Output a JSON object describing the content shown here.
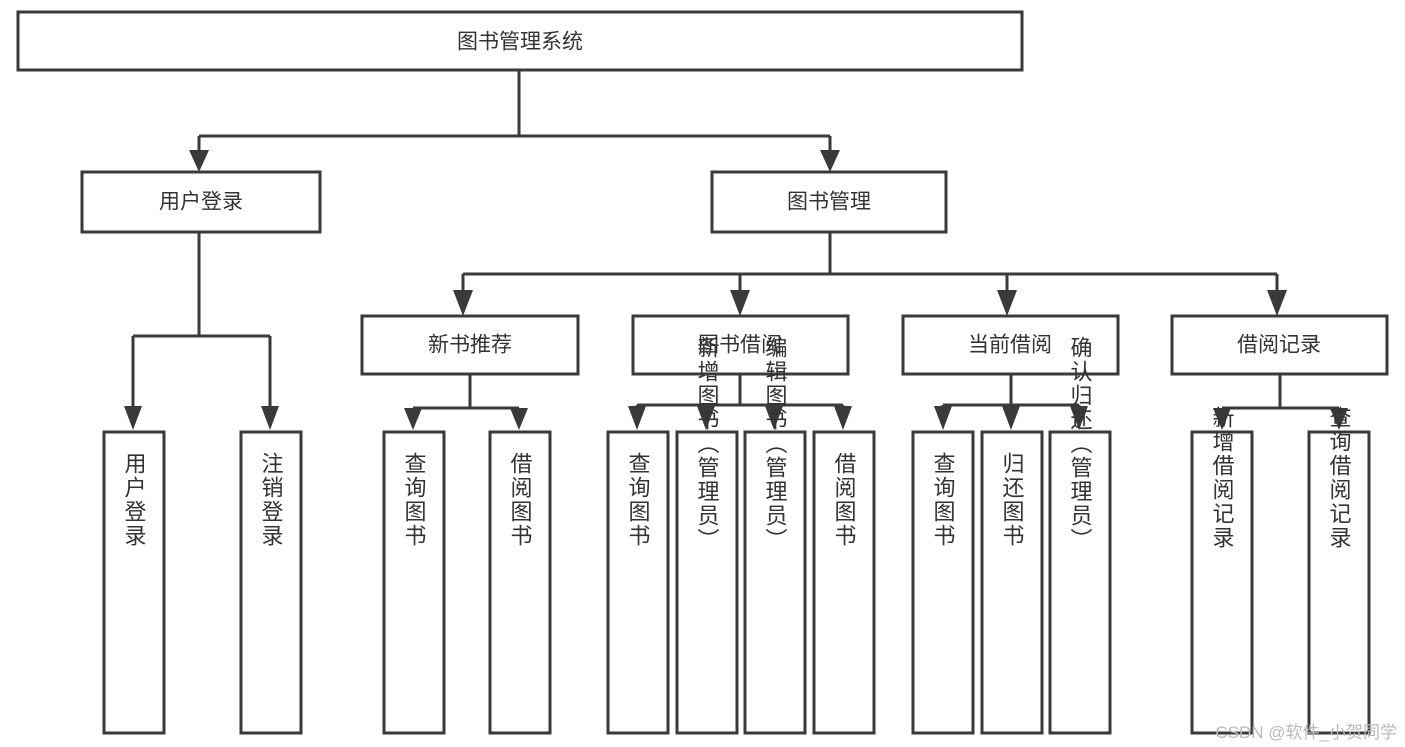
{
  "diagram": {
    "title": "图书管理系统",
    "type": "tree",
    "watermark": "CSDN @软件_小贺同学",
    "colors": {
      "box_stroke": "#3a3a3a",
      "box_fill": "#ffffff",
      "text": "#333333",
      "connector": "#3a3a3a",
      "watermark": "#b9b9b9",
      "background": "#ffffff"
    },
    "nodes": {
      "root": {
        "label": "图书管理系统"
      },
      "level1": [
        {
          "label": "用户登录"
        },
        {
          "label": "图书管理"
        }
      ],
      "level2": [
        {
          "label": "新书推荐"
        },
        {
          "label": "图书借阅"
        },
        {
          "label": "当前借阅"
        },
        {
          "label": "借阅记录"
        }
      ],
      "leaves": [
        {
          "label": "用户登录"
        },
        {
          "label": "注销登录"
        },
        {
          "label": "查询图书"
        },
        {
          "label": "借阅图书"
        },
        {
          "label": "查询图书"
        },
        {
          "label": "新增图书（管理员）"
        },
        {
          "label": "编辑图书（管理员）"
        },
        {
          "label": "借阅图书"
        },
        {
          "label": "查询图书"
        },
        {
          "label": "归还图书"
        },
        {
          "label": "确认归还（管理员）"
        },
        {
          "label": "新增借阅记录"
        },
        {
          "label": "查询借阅记录"
        }
      ]
    }
  }
}
